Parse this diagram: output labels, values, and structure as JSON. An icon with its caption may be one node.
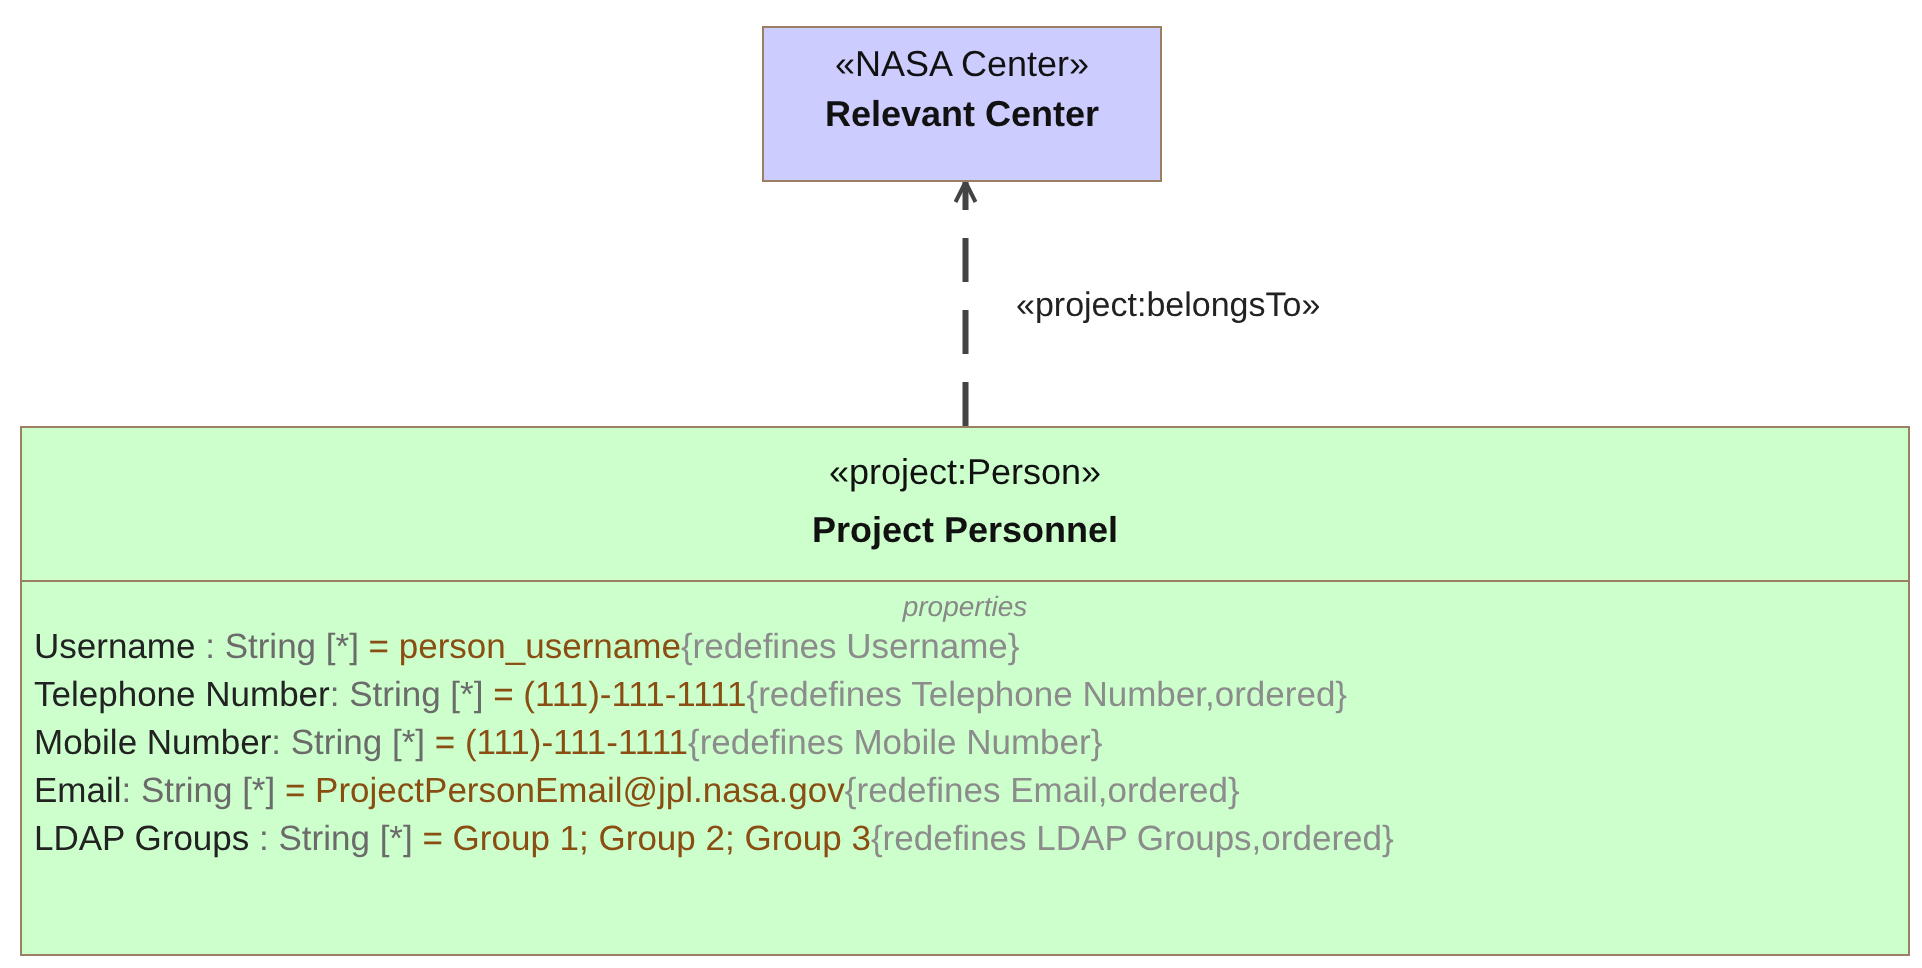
{
  "diagram": {
    "nodes": [
      {
        "text": [
          "«NASA Center»",
          "Relevant Center"
        ]
      },
      {
        "text": [
          "«project:Person»",
          "Project Personnel",
          "properties",
          "Username : String [*] = person_username{redefines Username}",
          "Telephone Number: String [*] = (111)-111-1111{redefines Telephone Number,ordered}",
          "Mobile Number: String [*] = (111)-111-1111{redefines Mobile Number}",
          "Email: String [*] = ProjectPersonEmail@jpl.nasa.gov{redefines Email,ordered}",
          "LDAP Groups : String [*] = Group 1; Group 2; Group 3{redefines LDAP Groups,ordered}"
        ]
      }
    ],
    "edges": [
      {
        "from": 1,
        "to": 0,
        "arrow": "to",
        "style": "dashed",
        "label": "«project:belongsTo»"
      }
    ]
  }
}
